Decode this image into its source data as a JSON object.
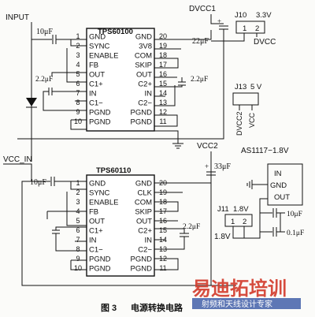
{
  "schematic": {
    "top_input": "INPUT",
    "vcc_in": "VCC_IN",
    "dvcc1": "DVCC1",
    "vcc2": "VCC2",
    "chip1": {
      "name": "TPS60100",
      "left_pins": [
        {
          "num": "1",
          "label": "GND"
        },
        {
          "num": "2",
          "label": "SYNC"
        },
        {
          "num": "3",
          "label": "ENABLE"
        },
        {
          "num": "4",
          "label": "FB"
        },
        {
          "num": "5",
          "label": "OUT"
        },
        {
          "num": "6",
          "label": "C1+"
        },
        {
          "num": "7",
          "label": "IN"
        },
        {
          "num": "8",
          "label": "C1−"
        },
        {
          "num": "9",
          "label": "PGND"
        },
        {
          "num": "10",
          "label": "PGND"
        }
      ],
      "right_pins": [
        {
          "num": "20",
          "label": "GND"
        },
        {
          "num": "19",
          "label": "3V8"
        },
        {
          "num": "18",
          "label": "COM"
        },
        {
          "num": "17",
          "label": "SKIP"
        },
        {
          "num": "16",
          "label": "OUT"
        },
        {
          "num": "15",
          "label": "C2+"
        },
        {
          "num": "14",
          "label": "IN"
        },
        {
          "num": "13",
          "label": "C2−"
        },
        {
          "num": "12",
          "label": "PGND"
        },
        {
          "num": "11",
          "label": "PGND"
        }
      ]
    },
    "chip2": {
      "name": "TPS60110",
      "left_pins": [
        {
          "num": "1",
          "label": "GND"
        },
        {
          "num": "2",
          "label": "SYNC"
        },
        {
          "num": "3",
          "label": "ENABLE"
        },
        {
          "num": "4",
          "label": "FB"
        },
        {
          "num": "5",
          "label": "OUT"
        },
        {
          "num": "6",
          "label": "C1+"
        },
        {
          "num": "7",
          "label": "IN"
        },
        {
          "num": "8",
          "label": "C1−"
        },
        {
          "num": "9",
          "label": "PGND"
        },
        {
          "num": "10",
          "label": "PGND"
        }
      ],
      "right_pins": [
        {
          "num": "20",
          "label": "GND"
        },
        {
          "num": "19",
          "label": "CLK"
        },
        {
          "num": "18",
          "label": "COM"
        },
        {
          "num": "17",
          "label": "SKIP"
        },
        {
          "num": "16",
          "label": "OUT"
        },
        {
          "num": "15",
          "label": "C2+"
        },
        {
          "num": "14",
          "label": "IN"
        },
        {
          "num": "13",
          "label": "C2−"
        },
        {
          "num": "12",
          "label": "PGND"
        },
        {
          "num": "11",
          "label": "PGND"
        }
      ]
    },
    "caps": {
      "c_in1": "10μF",
      "c_out_dvcc": "22μF",
      "c1_top": "2.2μF",
      "c2_top": "2.2μF",
      "c_in2": "10μF",
      "c_out_vcc2": "33μF",
      "c2_bottom": "2.2μF",
      "c_ldo_a": "10μF",
      "c_ldo_b": "0.1μF"
    },
    "j10": {
      "name": "J10",
      "voltage": "3.3V",
      "pins": [
        "1",
        "2"
      ],
      "net": "DVCC"
    },
    "j13": {
      "name": "J13",
      "voltage": "5 V",
      "nets": [
        "DVCC2",
        "VCC"
      ]
    },
    "j11": {
      "name": "J11",
      "voltage": "1.8V",
      "pins": [
        "1",
        "2"
      ],
      "net": "1.8V"
    },
    "ldo": {
      "name": "AS1117−1.8V",
      "pins": [
        "IN",
        "GND",
        "OUT"
      ]
    }
  },
  "caption": {
    "fig": "图 3",
    "title": "电源转换电路"
  },
  "watermark": {
    "logo": "易迪拓培训",
    "tagline": "射频和天线设计专家"
  }
}
